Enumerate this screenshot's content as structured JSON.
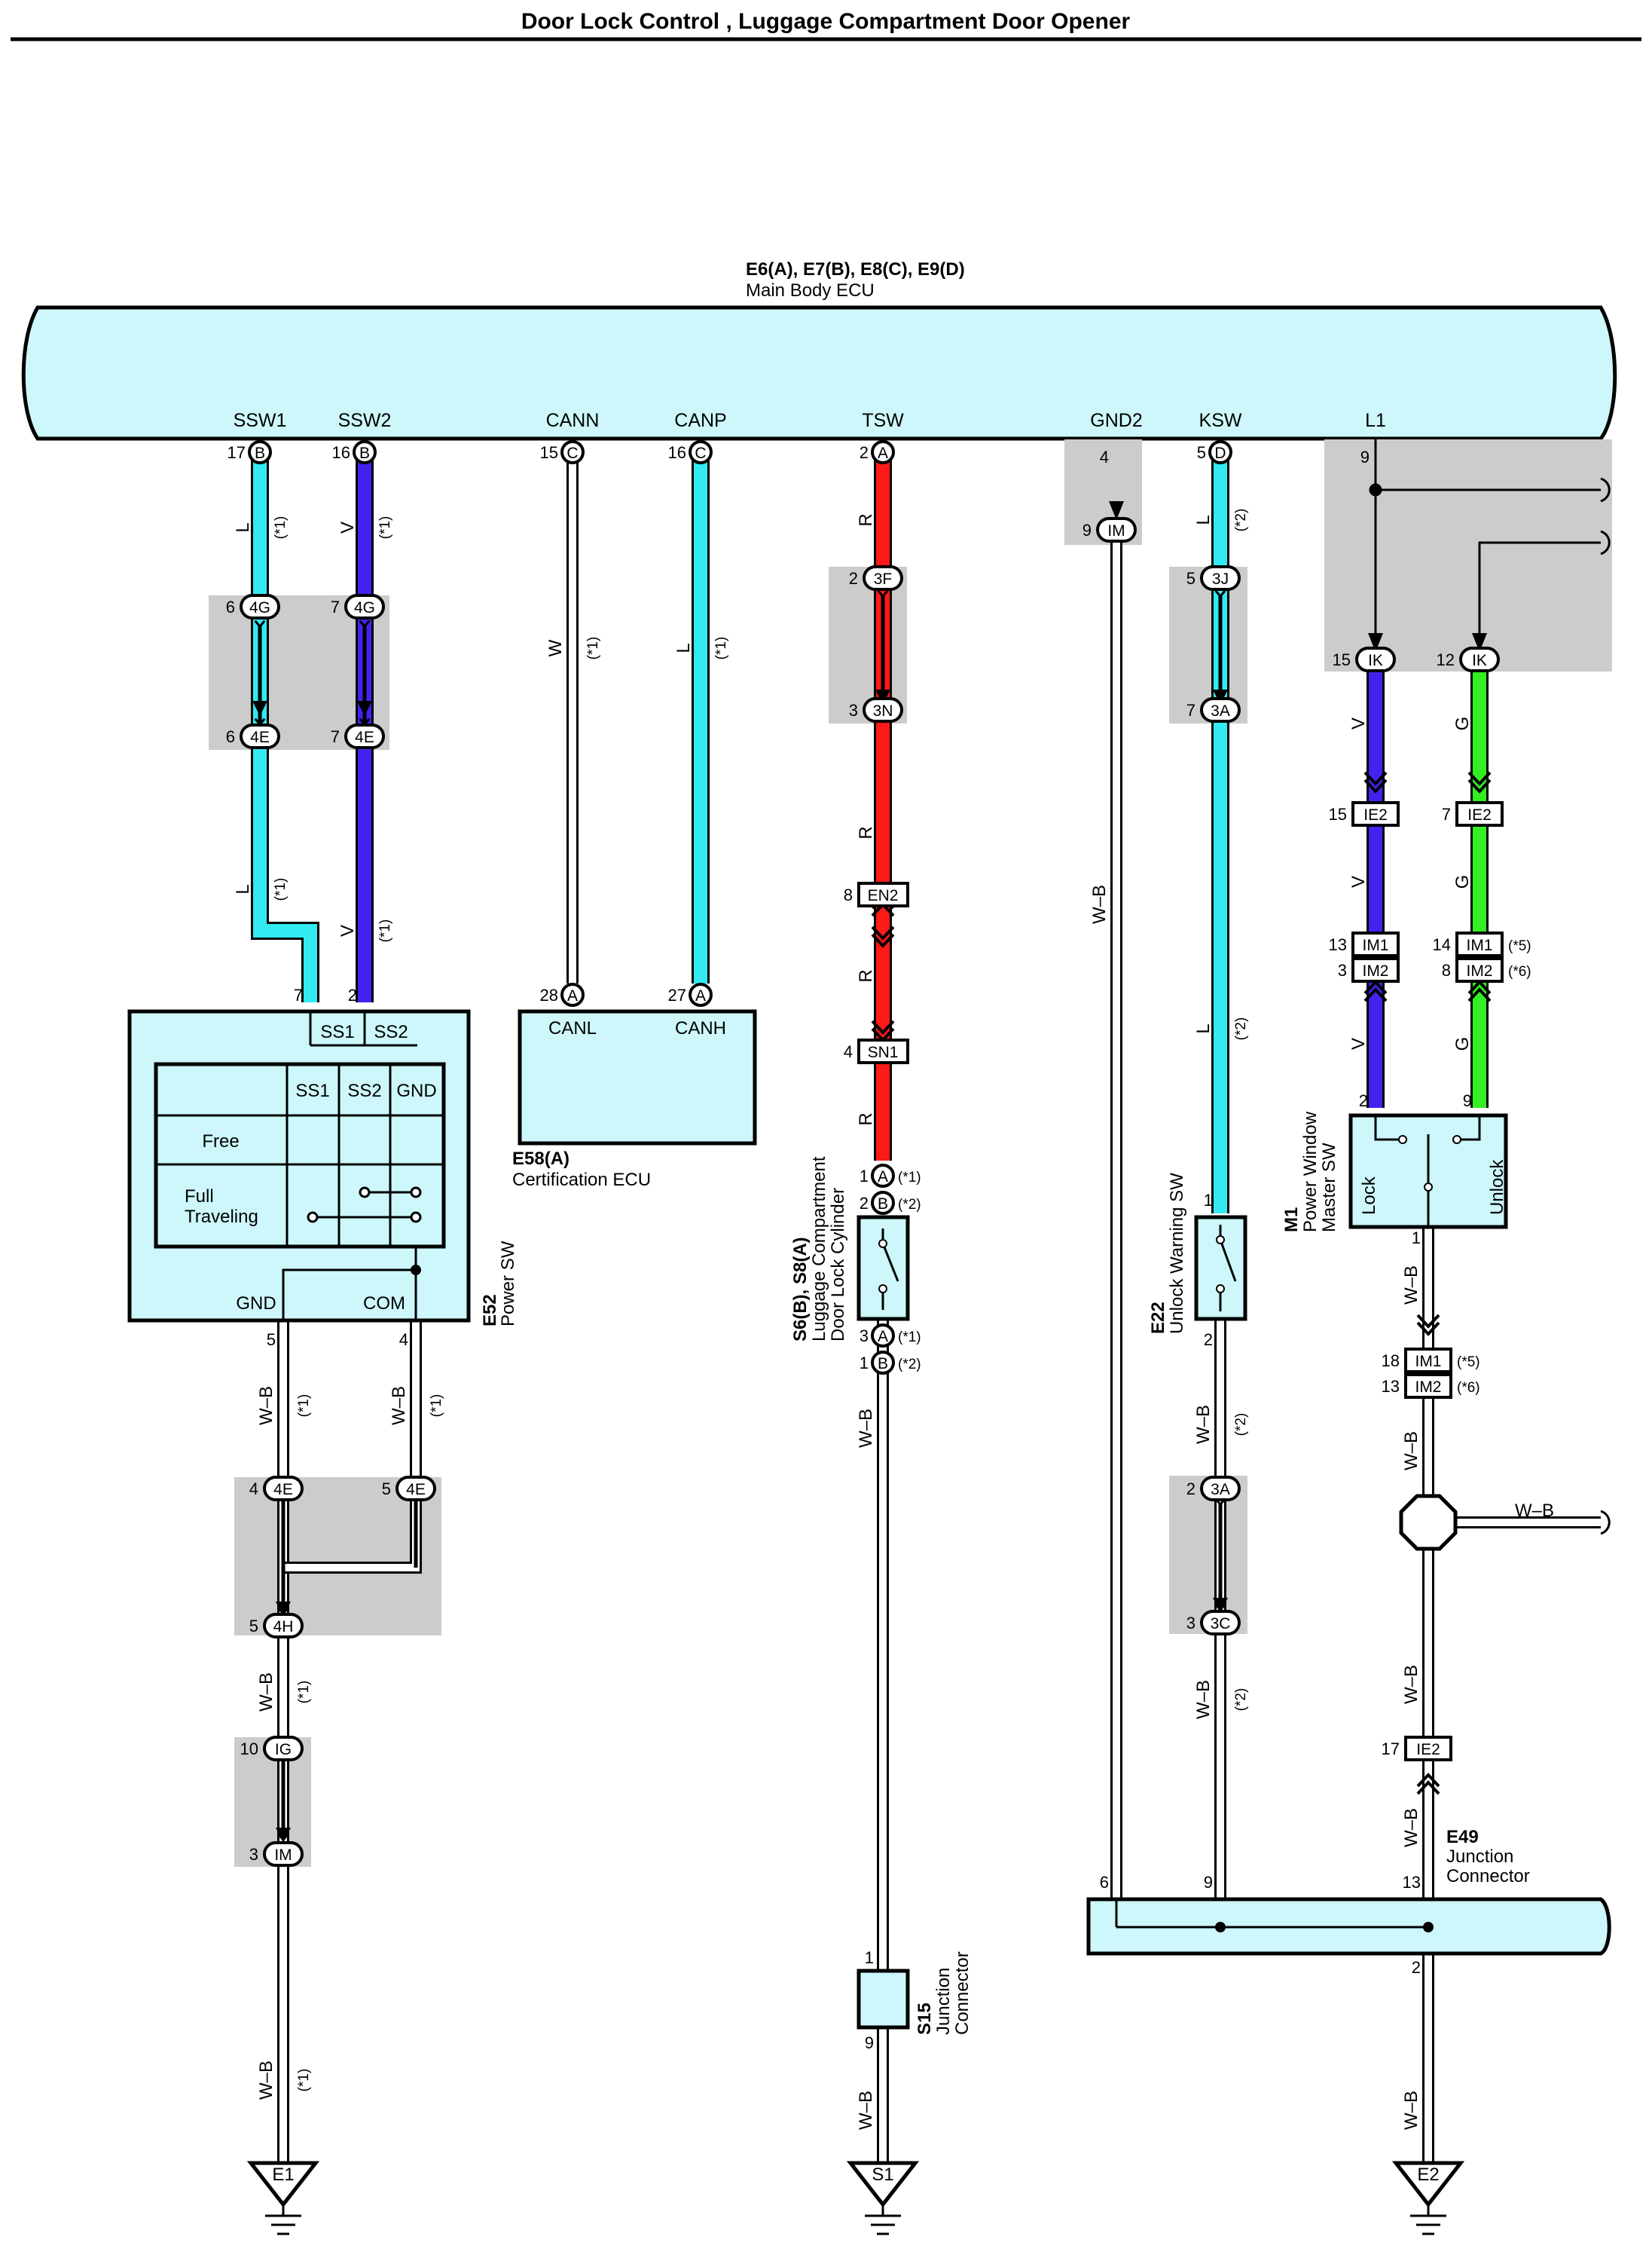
{
  "title": "Door Lock Control , Luggage Compartment Door Opener",
  "ecu": {
    "ids": "E6(A), E7(B), E8(C), E9(D)",
    "name": "Main Body ECU",
    "terminals": [
      {
        "name": "SSW1",
        "pin": "17",
        "conn": "B"
      },
      {
        "name": "SSW2",
        "pin": "16",
        "conn": "B"
      },
      {
        "name": "CANN",
        "pin": "15",
        "conn": "C"
      },
      {
        "name": "CANP",
        "pin": "16",
        "conn": "C"
      },
      {
        "name": "TSW",
        "pin": "2",
        "conn": "A"
      },
      {
        "name": "GND2",
        "pin": "4",
        "conn": ""
      },
      {
        "name": "KSW",
        "pin": "5",
        "conn": "D"
      },
      {
        "name": "L1",
        "pin": "9",
        "conn": ""
      }
    ]
  },
  "components": {
    "power_sw": {
      "id": "E52",
      "name": "Power SW",
      "pins": {
        "ss1": "SS1",
        "ss2": "SS2",
        "gnd": "GND",
        "com": "COM"
      },
      "table_headers": [
        "SS1",
        "SS2",
        "GND"
      ],
      "table_rows": [
        "Free",
        "Full",
        "Traveling"
      ]
    },
    "cert_ecu": {
      "id": "E58(A)",
      "name": "Certification ECU",
      "pin_l": "CANL",
      "pin_h": "CANH"
    },
    "lock_cyl": {
      "id": "S6(B), S8(A)",
      "name1": "Luggage Compartment",
      "name2": "Door Lock Cylinder"
    },
    "unlock_sw": {
      "id": "E22",
      "name": "Unlock Warning SW"
    },
    "pw_master": {
      "id": "M1",
      "name1": "Power Window",
      "name2": "Master SW",
      "lock": "Lock",
      "unlock": "Unlock"
    },
    "jc_s15": {
      "id": "S15",
      "name1": "Junction",
      "name2": "Connector"
    },
    "jc_e49": {
      "id": "E49",
      "name1": "Junction",
      "name2": "Connector"
    }
  },
  "grounds": [
    "E1",
    "S1",
    "E2"
  ],
  "wire_colors": {
    "L": "#33eaf2",
    "V": "#4422ee",
    "R": "#ff1a1a",
    "G": "#33ee22",
    "W": "#ffffff",
    "W-B": "#ffffff"
  },
  "connectors": {
    "c4G": "4G",
    "c4E": "4E",
    "c4H": "4H",
    "cIG": "IG",
    "cIM": "IM",
    "c3F": "3F",
    "c3N": "3N",
    "cEN2": "EN2",
    "cSN1": "SN1",
    "c3J": "3J",
    "c3A": "3A",
    "c3C": "3C",
    "cIK": "IK",
    "cIE2": "IE2",
    "cIM1": "IM1",
    "cIM2": "IM2",
    "A": "A",
    "B": "B",
    "C": "C",
    "D": "D"
  },
  "notes": {
    "n1": "(*1)",
    "n2": "(*2)",
    "n5": "(*5)",
    "n6": "(*6)"
  },
  "labels": {
    "p1": "1",
    "p2": "2",
    "p3": "3",
    "p4": "4",
    "p5": "5",
    "p6": "6",
    "p7": "7",
    "p8": "8",
    "p9": "9",
    "p10": "10",
    "p12": "12",
    "p13": "13",
    "p14": "14",
    "p15": "15",
    "p16": "16",
    "p17": "17",
    "p18": "18",
    "p27": "27",
    "p28": "28",
    "L": "L",
    "V": "V",
    "R": "R",
    "G": "G",
    "W": "W",
    "WB": "W–B"
  }
}
